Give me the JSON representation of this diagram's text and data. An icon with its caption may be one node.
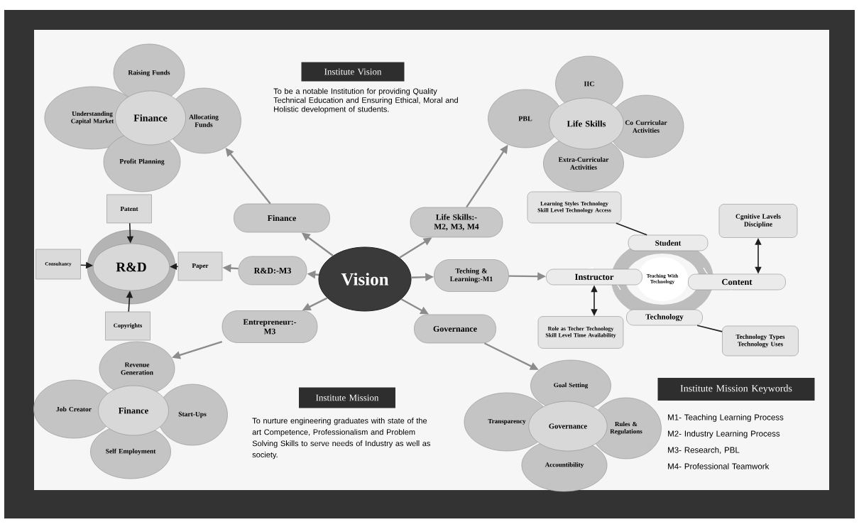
{
  "diagram": {
    "nodes": [
      {
        "text": [
          "Institute Vision"
        ]
      },
      {
        "text": [
          "Raising Funds"
        ]
      },
      {
        "text": [
          "Understanding Capital Market"
        ]
      },
      {
        "text": [
          "Finance"
        ]
      },
      {
        "text": [
          "Allocating Funds"
        ]
      },
      {
        "text": [
          "Profit Planning"
        ]
      },
      {
        "text": [
          "IIC"
        ]
      },
      {
        "text": [
          "PBL"
        ]
      },
      {
        "text": [
          "Life Skills"
        ]
      },
      {
        "text": [
          "Co Curricular Activities"
        ]
      },
      {
        "text": [
          "Extra-Curricular Activities"
        ]
      },
      {
        "text": [
          "Finance"
        ]
      },
      {
        "text": [
          "Life Skills:- M2, M3, M4"
        ]
      },
      {
        "text": [],
        "shape": "circle"
      },
      {
        "text": [
          "Patent"
        ]
      },
      {
        "text": [
          "Consultancy"
        ]
      },
      {
        "text": [
          "R&D"
        ],
        "in": 13
      },
      {
        "text": [
          "Paper"
        ]
      },
      {
        "text": [
          "Copyrights"
        ]
      },
      {
        "text": [
          "R&D:-M3"
        ]
      },
      {
        "text": [
          "Vision"
        ]
      },
      {
        "text": [
          "Teching & Learning:-M1"
        ]
      },
      {
        "text": [
          "Learning Styles Technology Skill Level Technology Access"
        ]
      },
      {
        "text": [
          "Cgnitive Lavels Discipline"
        ]
      },
      {
        "text": [
          "Student"
        ]
      },
      {
        "text": [
          "Instructor"
        ]
      },
      {
        "text": [
          "Teaching With Technology"
        ]
      },
      {
        "text": [
          "Content"
        ]
      },
      {
        "text": [
          "Technology"
        ]
      },
      {
        "text": [
          "Role as Techer Technology Skill Level Time Availability"
        ]
      },
      {
        "text": [
          "Technology Types Technology Uses"
        ]
      },
      {
        "text": [
          "Entrepreneur:- M3"
        ]
      },
      {
        "text": [
          "Governance"
        ]
      },
      {
        "text": [
          "Revenue Generation"
        ]
      },
      {
        "text": [
          "Job Creator"
        ]
      },
      {
        "text": [
          "Finance"
        ]
      },
      {
        "text": [
          "Start-Ups"
        ]
      },
      {
        "text": [
          "Self Employment"
        ]
      },
      {
        "text": [
          "Institute Mission"
        ]
      },
      {
        "text": [
          "Goal Setting"
        ]
      },
      {
        "text": [
          "Transparency"
        ]
      },
      {
        "text": [
          "Governance"
        ]
      },
      {
        "text": [
          "Rules & Regulations"
        ]
      },
      {
        "text": [
          "Accountibility"
        ]
      },
      {
        "text": [
          "Institute Mission Keywords"
        ]
      }
    ],
    "edges": [
      {
        "from": 20,
        "to": 11,
        "arrow": "to"
      },
      {
        "from": 20,
        "to": 12,
        "arrow": "to"
      },
      {
        "from": 20,
        "to": 19,
        "arrow": "to"
      },
      {
        "from": 20,
        "to": 21,
        "arrow": "to"
      },
      {
        "from": 20,
        "to": 31,
        "arrow": "to"
      },
      {
        "from": 20,
        "to": 32,
        "arrow": "to"
      },
      {
        "from": 11,
        "to": 4,
        "arrow": "to"
      },
      {
        "from": 12,
        "to": 7,
        "arrow": "to"
      },
      {
        "from": 19,
        "to": 17,
        "arrow": "to"
      },
      {
        "from": 31,
        "to": 33,
        "arrow": "to"
      },
      {
        "from": 32,
        "to": 39,
        "arrow": "to"
      },
      {
        "from": 14,
        "to": 16,
        "arrow": "to",
        "color": "#1e1e1e"
      },
      {
        "from": 15,
        "to": 16,
        "arrow": "to",
        "color": "#1e1e1e"
      },
      {
        "from": 17,
        "to": 16,
        "arrow": "to",
        "color": "#1e1e1e"
      },
      {
        "from": 18,
        "to": 16,
        "arrow": "to",
        "color": "#1e1e1e"
      },
      {
        "from": 21,
        "to": 25,
        "arrow": "to"
      },
      {
        "from": 22,
        "to": 24,
        "arrow": "none",
        "color": "#1e1e1e"
      },
      {
        "from": 23,
        "to": 27,
        "arrow": "both",
        "color": "#1e1e1e"
      },
      {
        "from": 25,
        "to": 29,
        "arrow": "both",
        "color": "#1e1e1e"
      },
      {
        "from": 28,
        "to": 30,
        "arrow": "none",
        "color": "#1e1e1e"
      }
    ],
    "labels": [
      "To be a notable Institution for providing Quality Technical Education and Ensuring Ethical, Moral and Holistic development of students.",
      "To nurture engineering graduates with state of the art Competence, Professionalism and Problem Solving Skills to serve needs of Industry as well as society.",
      "M1- Teaching Learning Process",
      "M2- Industry Learning Process",
      "M3- Research, PBL",
      "M4- Professional Teamwork"
    ]
  }
}
